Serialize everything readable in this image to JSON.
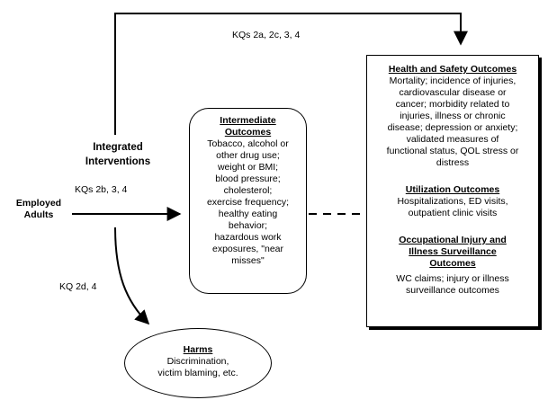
{
  "arrows": {
    "top_label": "KQs 2a, 2c, 3, 4",
    "middle_label": "KQs 2b, 3, 4",
    "harms_label": "KQ 2d, 4"
  },
  "population": {
    "line1": "Employed",
    "line2": "Adults"
  },
  "intervention": {
    "line1": "Integrated",
    "line2": "Interventions"
  },
  "intermediate": {
    "title_line1": "Intermediate",
    "title_line2": "Outcomes",
    "lines": [
      "Tobacco, alcohol or",
      "other drug use;",
      "weight or BMI;",
      "blood pressure;",
      "cholesterol;",
      "exercise frequency;",
      "healthy eating",
      "behavior;",
      "hazardous  work",
      "exposures, \"near",
      "misses\""
    ]
  },
  "health_outcomes": {
    "title": "Health and Safety Outcomes",
    "lines": [
      "Mortality; incidence of injuries,",
      "cardiovascular disease or",
      "cancer; morbidity related to",
      "injuries, illness or chronic",
      "disease; depression or anxiety;",
      "validated measures of",
      "functional status, QOL stress or",
      "distress"
    ]
  },
  "utilization_outcomes": {
    "title": "Utilization Outcomes",
    "lines": [
      "Hospitalizations, ED visits,",
      "outpatient clinic visits"
    ]
  },
  "occupational_outcomes": {
    "title_lines": [
      "Occupational Injury and",
      "Illness Surveillance",
      "Outcomes"
    ],
    "lines": [
      "WC claims; injury or illness",
      "surveillance outcomes"
    ]
  },
  "harms": {
    "title": "Harms",
    "lines": [
      "Discrimination,",
      "victim blaming, etc."
    ]
  }
}
